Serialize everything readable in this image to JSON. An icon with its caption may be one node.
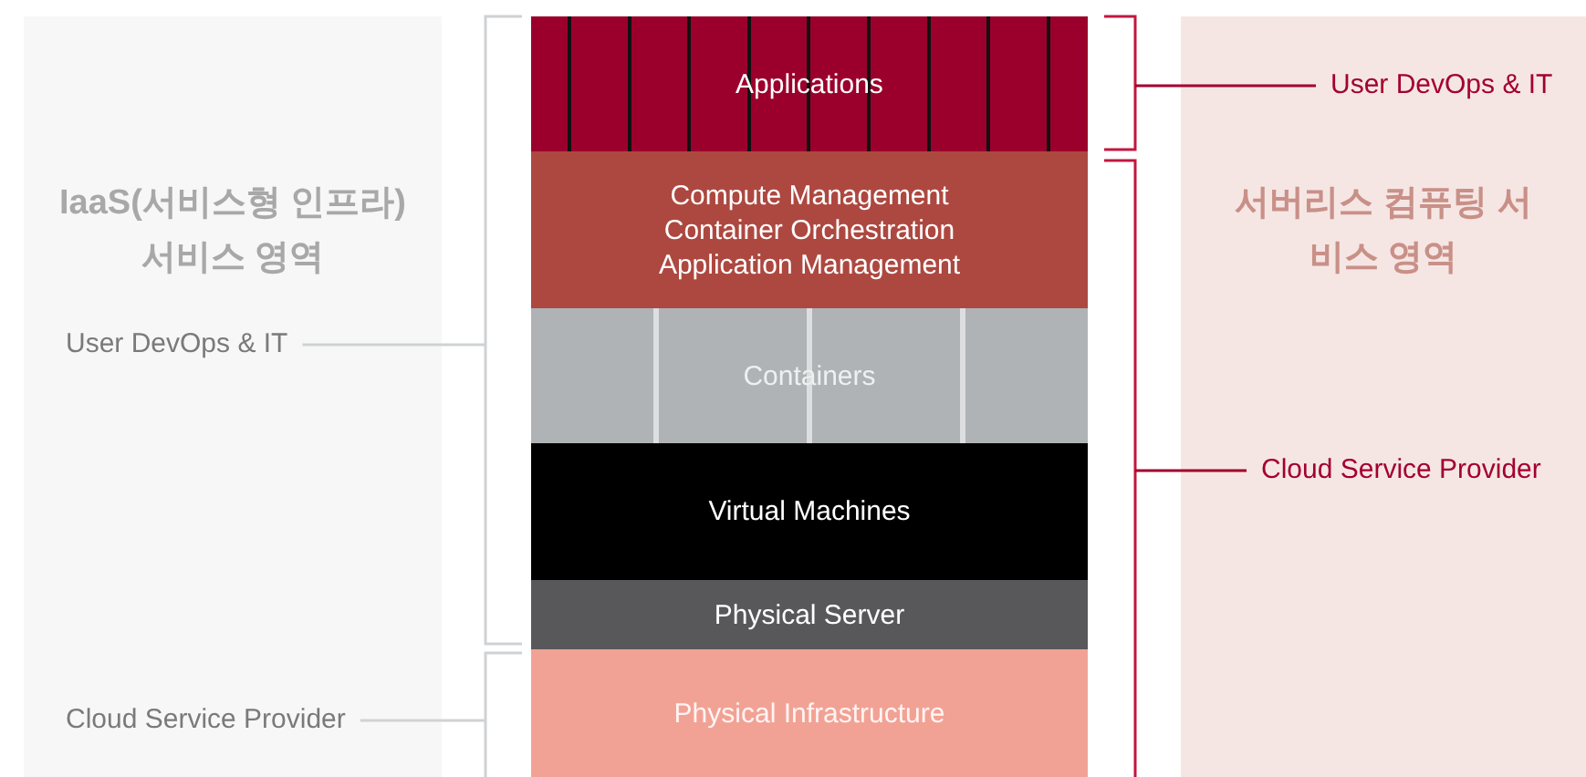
{
  "diagram": {
    "nodes": [
      {
        "text": [
          "IaaS(서비스형 인프라) 서비스 영역"
        ]
      },
      {
        "text": [
          "User DevOps & IT"
        ],
        "in": 0
      },
      {
        "text": [
          "Cloud Service Provider"
        ],
        "in": 0
      },
      {
        "text": [
          "Applications"
        ]
      },
      {
        "text": [
          "Compute Management",
          "Container Orchestration",
          "Application Management"
        ]
      },
      {
        "text": [
          "Containers"
        ]
      },
      {
        "text": [
          "Virtual Machines"
        ]
      },
      {
        "text": [
          "Physical Server"
        ]
      },
      {
        "text": [
          "Physical Infrastructure"
        ]
      },
      {
        "text": [
          "서버리스 컴퓨팅 서비스 영역"
        ]
      },
      {
        "text": [
          "User DevOps & IT"
        ],
        "in": 9
      },
      {
        "text": [
          "Cloud Service Provider"
        ],
        "in": 9
      },
      {
        "text": [],
        "shape": "bracket"
      },
      {
        "text": [],
        "shape": "bracket"
      },
      {
        "text": [],
        "shape": "bracket"
      },
      {
        "text": [],
        "shape": "bracket"
      }
    ],
    "edges": [
      {
        "from": 1,
        "to": 12,
        "arrow": "none"
      },
      {
        "from": 2,
        "to": 13,
        "arrow": "none"
      },
      {
        "from": 14,
        "to": 10,
        "arrow": "none",
        "color": "#a3002f"
      },
      {
        "from": 15,
        "to": 11,
        "arrow": "none",
        "color": "#a3002f"
      }
    ]
  }
}
